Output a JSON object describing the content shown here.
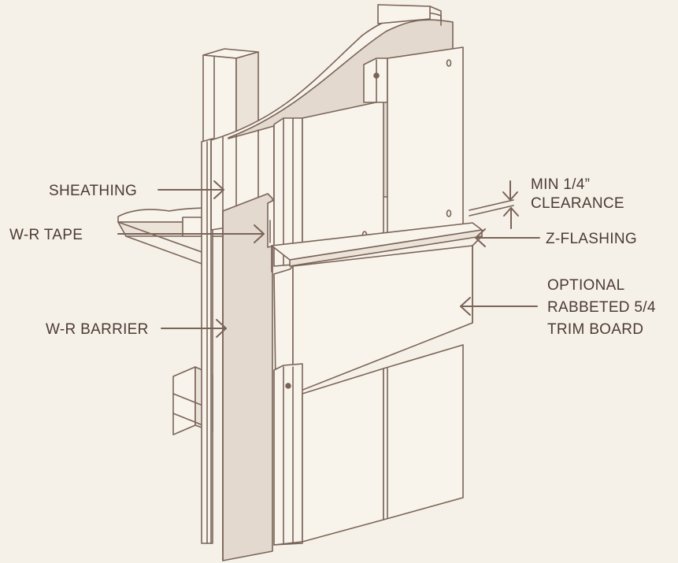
{
  "colors": {
    "background": "#f6f1e8",
    "line": "#7a6458",
    "panel_fill": "#f8f4ec",
    "barrier_fill": "#e3d9cf",
    "label_text": "#4b3b35"
  },
  "labels": {
    "sheathing": "SHEATHING",
    "wr_tape": "W-R TAPE",
    "wr_barrier": "W-R BARRIER",
    "clearance_line1": "MIN 1/4”",
    "clearance_line2": "CLEARANCE",
    "z_flashing": "Z-FLASHING",
    "trim_line1": "OPTIONAL",
    "trim_line2": "RABBETED 5/4",
    "trim_line3": "TRIM BOARD"
  }
}
